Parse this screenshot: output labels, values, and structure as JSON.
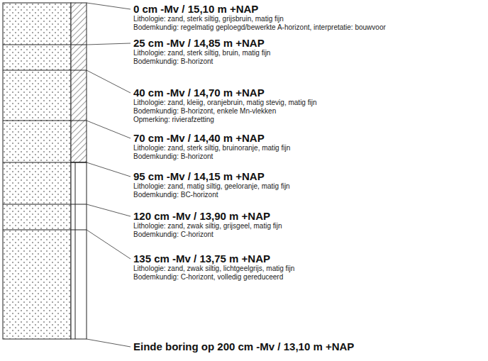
{
  "diagram": {
    "labels": [
      "0 cm -Mv / 15,10 m +NAP",
      "Lithologie: zand, sterk siltig, grijsbruin, matig fijn",
      "Bodemkundig: regelmatig geploegd/bewerkte A-horizont, interpretatie: bouwvoor",
      "25 cm -Mv / 14,85 m +NAP",
      "Lithologie: zand, sterk siltig, bruin, matig fijn",
      "Bodemkundig: B-horizont",
      "40 cm -Mv / 14,70 m +NAP",
      "Lithologie: zand, kleiig, oranjebruin, matig stevig, matig fijn",
      "Bodemkundig: B-horizont, enkele Mn-vlekken",
      "Opmerking: rivierafzetting",
      "70 cm -Mv / 14,40 m +NAP",
      "Lithologie: zand, sterk siltig, bruinoranje, matig fijn",
      "Bodemkundig: B-horizont",
      "95 cm -Mv / 14,15 m +NAP",
      "Lithologie: zand, matig siltig, geeloranje, matig fijn",
      "Bodemkundig: BC-horizont",
      "120 cm -Mv / 13,90 m +NAP",
      "Lithologie: zand, zwak siltig, grijsgeel, matig fijn",
      "Bodemkundig: C-horizont",
      "135 cm -Mv / 13,75 m +NAP",
      "Lithologie: zand, zwak siltig, lichtgeelgrijs, matig fijn",
      "Bodemkundig: C-horizont, volledig gereduceerd",
      "Einde boring op 200 cm -Mv / 13,10 m +NAP"
    ]
  }
}
